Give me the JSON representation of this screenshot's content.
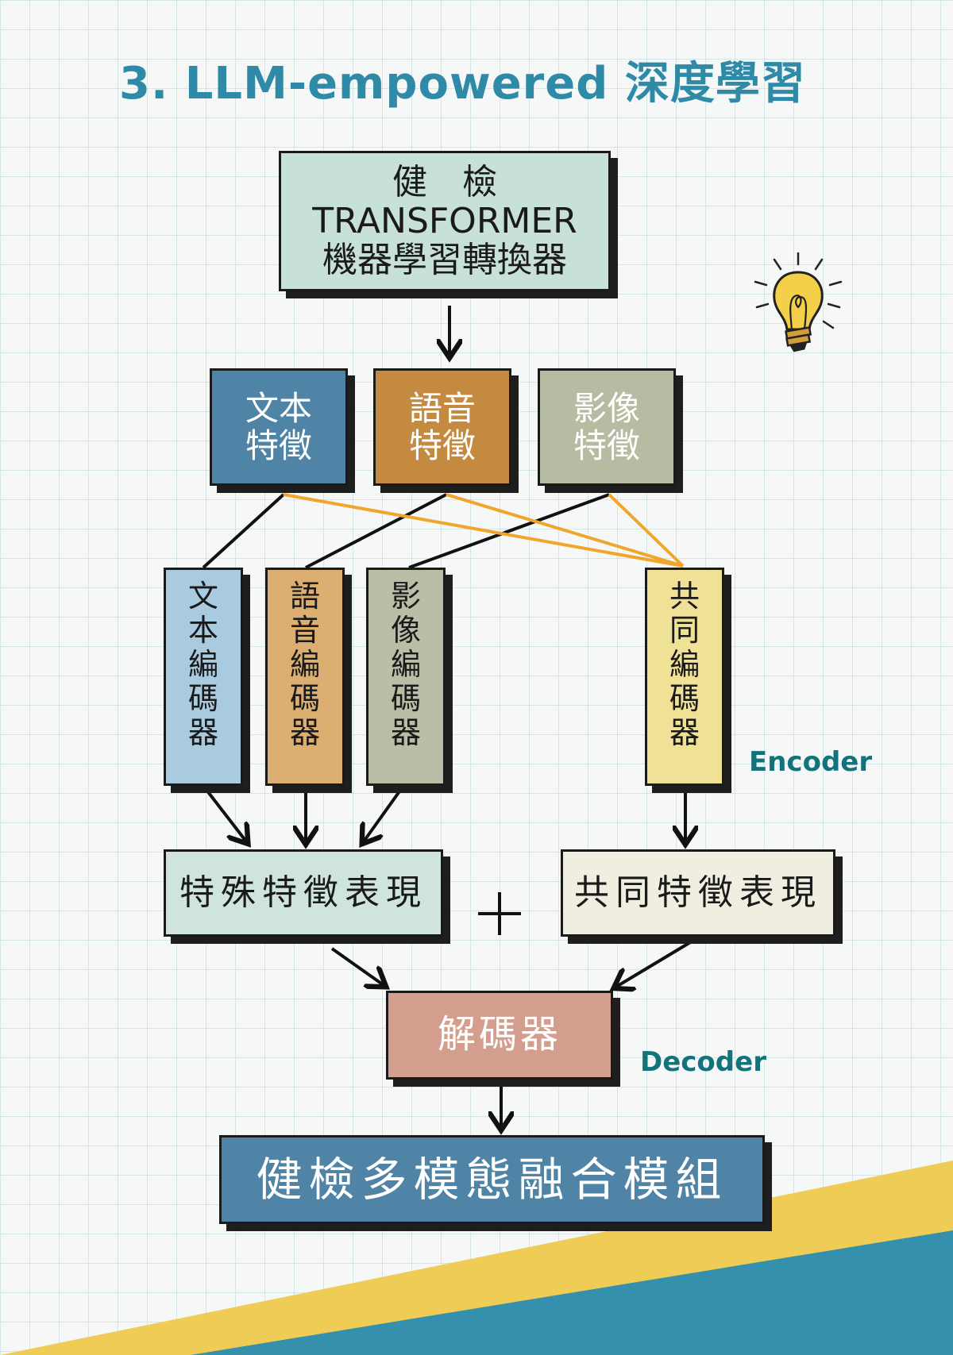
{
  "title": "3. LLM-empowered 深度學習",
  "transformer": {
    "lines": [
      "健　檢",
      "TRANSFORMER",
      "機器學習轉換器"
    ]
  },
  "features": [
    {
      "lines": [
        "文本",
        "特徵"
      ],
      "color": "#4f84a6"
    },
    {
      "lines": [
        "語音",
        "特徵"
      ],
      "color": "#c48a3f"
    },
    {
      "lines": [
        "影像",
        "特徵"
      ],
      "color": "#b6bca2"
    }
  ],
  "encoders": [
    {
      "chars": [
        "文",
        "本",
        "編",
        "碼",
        "器"
      ],
      "color": "#a9cbdf"
    },
    {
      "chars": [
        "語",
        "音",
        "編",
        "碼",
        "器"
      ],
      "color": "#dcae72"
    },
    {
      "chars": [
        "影",
        "像",
        "編",
        "碼",
        "器"
      ],
      "color": "#b9bfa6"
    },
    {
      "chars": [
        "共",
        "同",
        "編",
        "碼",
        "器"
      ],
      "color": "#efe196"
    }
  ],
  "encoder_label": "Encoder",
  "special_repr": "特殊特徵表現",
  "common_repr": "共同特徵表現",
  "plus": "+",
  "decoder": "解碼器",
  "decoder_label": "Decoder",
  "output": "健檢多模態融合模組",
  "colors": {
    "transformer_bg": "#c7e0d9",
    "special_bg": "#cfe4dd",
    "common_bg": "#efeee0",
    "decoder_bg": "#d39e8d",
    "output_bg": "#4f84a6",
    "orange_line": "#f0a62c",
    "band_yellow": "#efcc56",
    "band_teal": "#3490ad",
    "title": "#2e8aa6",
    "label": "#13737a"
  }
}
